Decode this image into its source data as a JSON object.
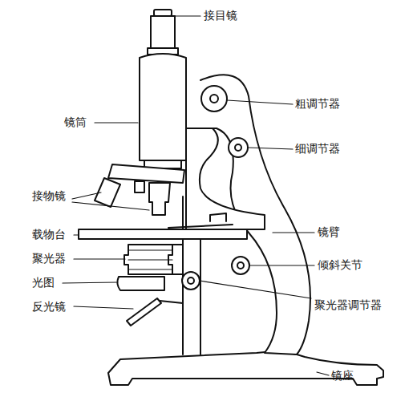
{
  "diagram": {
    "labels": [
      "接目镜",
      "镜筒",
      "粗调节器",
      "细调节器",
      "接物镜",
      "载物台",
      "镜臂",
      "聚光器",
      "倾斜关节",
      "光图",
      "反光镜",
      "聚光器调节器",
      "镜座"
    ]
  }
}
